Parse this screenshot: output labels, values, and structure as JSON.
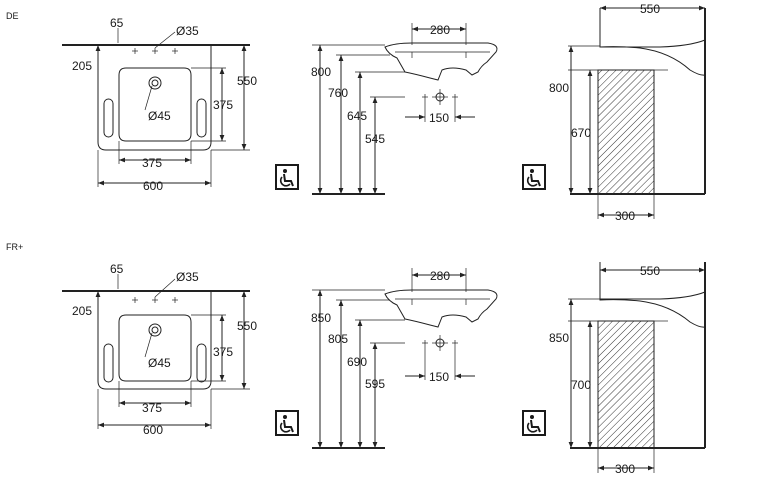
{
  "colors": {
    "ink": "#222222",
    "accessibility_icon_bg": "#1a1a1a"
  },
  "sections": [
    {
      "label": "DE",
      "top_view": {
        "tap_offset": "65",
        "tap_hole": "Ø35",
        "depth_to_taps": "205",
        "overall_depth": "550",
        "bowl_depth": "375",
        "bowl_width": "375",
        "overall_width": "600",
        "drain": "Ø45"
      },
      "side_view": {
        "drain_spacing": "280",
        "height_1": "800",
        "height_2": "760",
        "height_3": "645",
        "height_4": "545",
        "waste_spacing": "150"
      },
      "wall_view": {
        "projection": "550",
        "height_1": "800",
        "height_2": "670",
        "bracket_width": "300"
      }
    },
    {
      "label": "FR+",
      "top_view": {
        "tap_offset": "65",
        "tap_hole": "Ø35",
        "depth_to_taps": "205",
        "overall_depth": "550",
        "bowl_depth": "375",
        "bowl_width": "375",
        "overall_width": "600",
        "drain": "Ø45"
      },
      "side_view": {
        "drain_spacing": "280",
        "height_1": "850",
        "height_2": "805",
        "height_3": "690",
        "height_4": "595",
        "waste_spacing": "150"
      },
      "wall_view": {
        "projection": "550",
        "height_1": "850",
        "height_2": "700",
        "bracket_width": "300"
      }
    }
  ]
}
